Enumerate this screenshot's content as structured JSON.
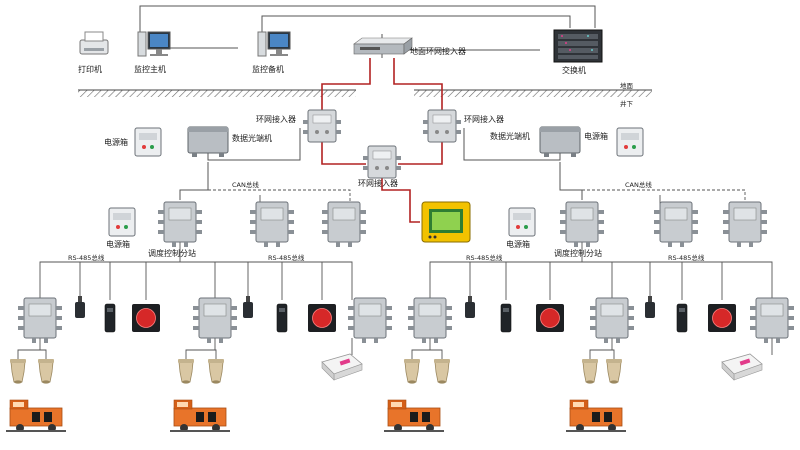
{
  "colors": {
    "link_gray": "#555555",
    "ring_red": "#b22222",
    "device_metal": "#c8ccd0",
    "device_dark": "#6c7278",
    "locomotive": "#e8742a",
    "display_yellow": "#f2c200"
  },
  "surface": {
    "printer_label": "打印机",
    "monitor_host_label": "监控主机",
    "monitor_backup_label": "监控备机",
    "switch_label": "交换机",
    "ground_ring_label": "地面环网接入器"
  },
  "ground": {
    "above_label": "地面",
    "below_label": "井下"
  },
  "ring": {
    "left_label": "环网接入器",
    "right_label": "环网接入器",
    "center_label": "环网接入器"
  },
  "left_branch": {
    "power_box_label": "电源箱",
    "optical_label": "数据光端机",
    "can_label": "CAN总线",
    "power_box2_label": "电源箱",
    "station_label": "调度控制分站",
    "rs485_a_label": "RS-485总线",
    "rs485_b_label": "RS-485总线"
  },
  "right_branch": {
    "power_box_label": "电源箱",
    "optical_label": "数据光端机",
    "can_label": "CAN总线",
    "power_box2_label": "电源箱",
    "station_label": "调度控制分站",
    "rs485_a_label": "RS-485总线",
    "rs485_b_label": "RS-485总线"
  }
}
